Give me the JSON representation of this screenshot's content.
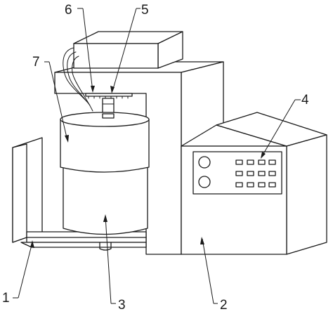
{
  "labels": {
    "part_1": "1",
    "part_2": "2",
    "part_3": "3",
    "part_4": "4",
    "part_5": "5",
    "part_6": "6",
    "part_7": "7"
  }
}
